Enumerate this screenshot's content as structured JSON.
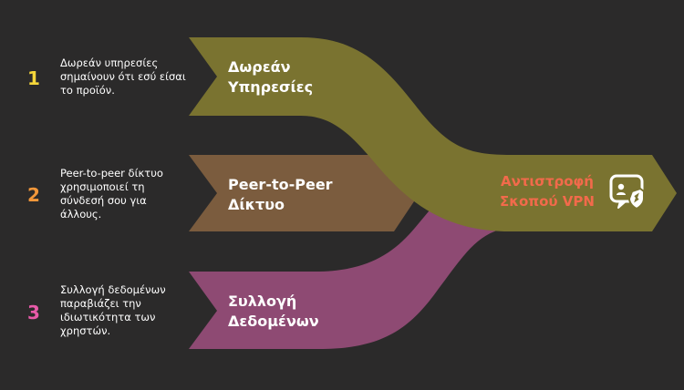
{
  "colors": {
    "background": "#2b2a2a",
    "band1": "#7a7330",
    "band2": "#7b5c3e",
    "band3": "#8e4a73",
    "num1": "#f5d63a",
    "num2": "#f2973a",
    "num3": "#e85aa9",
    "target_text": "#f26a4b"
  },
  "items": [
    {
      "number": "1",
      "description": "Δωρεάν υπηρεσίες σημαίνουν ότι εσύ είσαι το προϊόν.",
      "label": "Δωρεάν Υπηρεσίες"
    },
    {
      "number": "2",
      "description": "Peer-to-peer δίκτυο χρησιμοποιεί τη σύνδεσή σου για άλλους.",
      "label": "Peer-to-Peer Δίκτυο"
    },
    {
      "number": "3",
      "description": "Συλλογή δεδομένων παραβιάζει την ιδιωτικότητα των χρηστών.",
      "label": "Συλλογή Δεδομένων"
    }
  ],
  "target": {
    "label": "Αντιστροφή Σκοπού VPN",
    "icon": "vpn-shield-chat-icon"
  }
}
